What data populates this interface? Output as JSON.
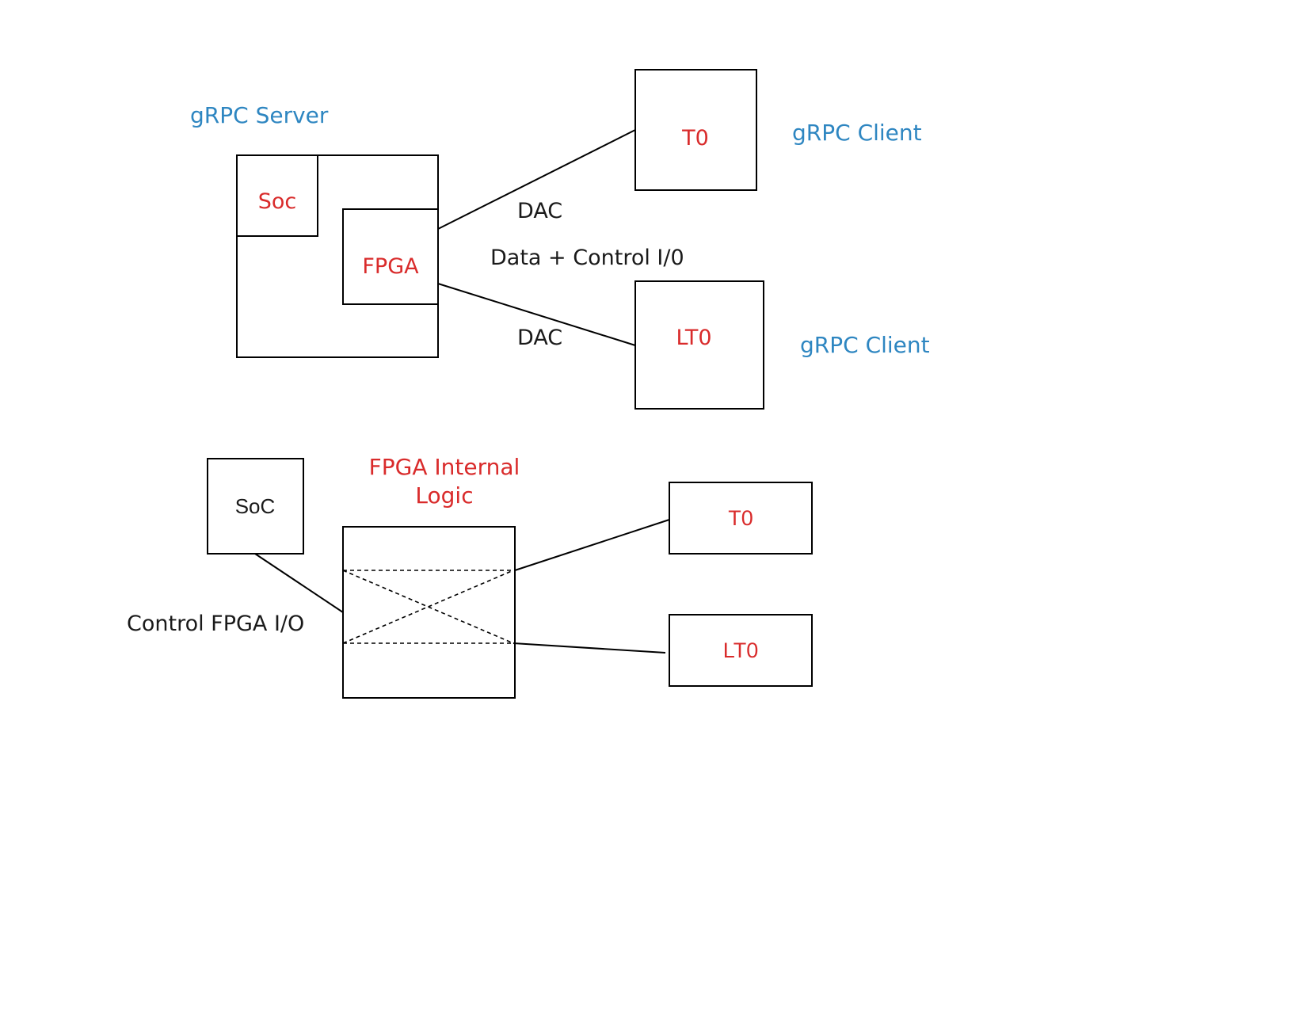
{
  "colors": {
    "blue": "#2e86c1",
    "red": "#d92b2b",
    "black": "#1a1a1a",
    "line": "#000000"
  },
  "top_diagram": {
    "server_label": "gRPC Server",
    "soc_label": "Soc",
    "fpga_label": "FPGA",
    "t0_label": "T0",
    "lt0_label": "LT0",
    "client_label_top": "gRPC Client",
    "client_label_bottom": "gRPC Client",
    "dac_upper": "DAC",
    "dac_lower": "DAC",
    "link_label": "Data + Control I/0"
  },
  "bottom_diagram": {
    "soc_label": "SoC",
    "fpga_internal_label_line1": "FPGA Internal",
    "fpga_internal_label_line2": "Logic",
    "t0_label": "T0",
    "lt0_label": "LT0",
    "control_label": "Control FPGA I/O"
  }
}
